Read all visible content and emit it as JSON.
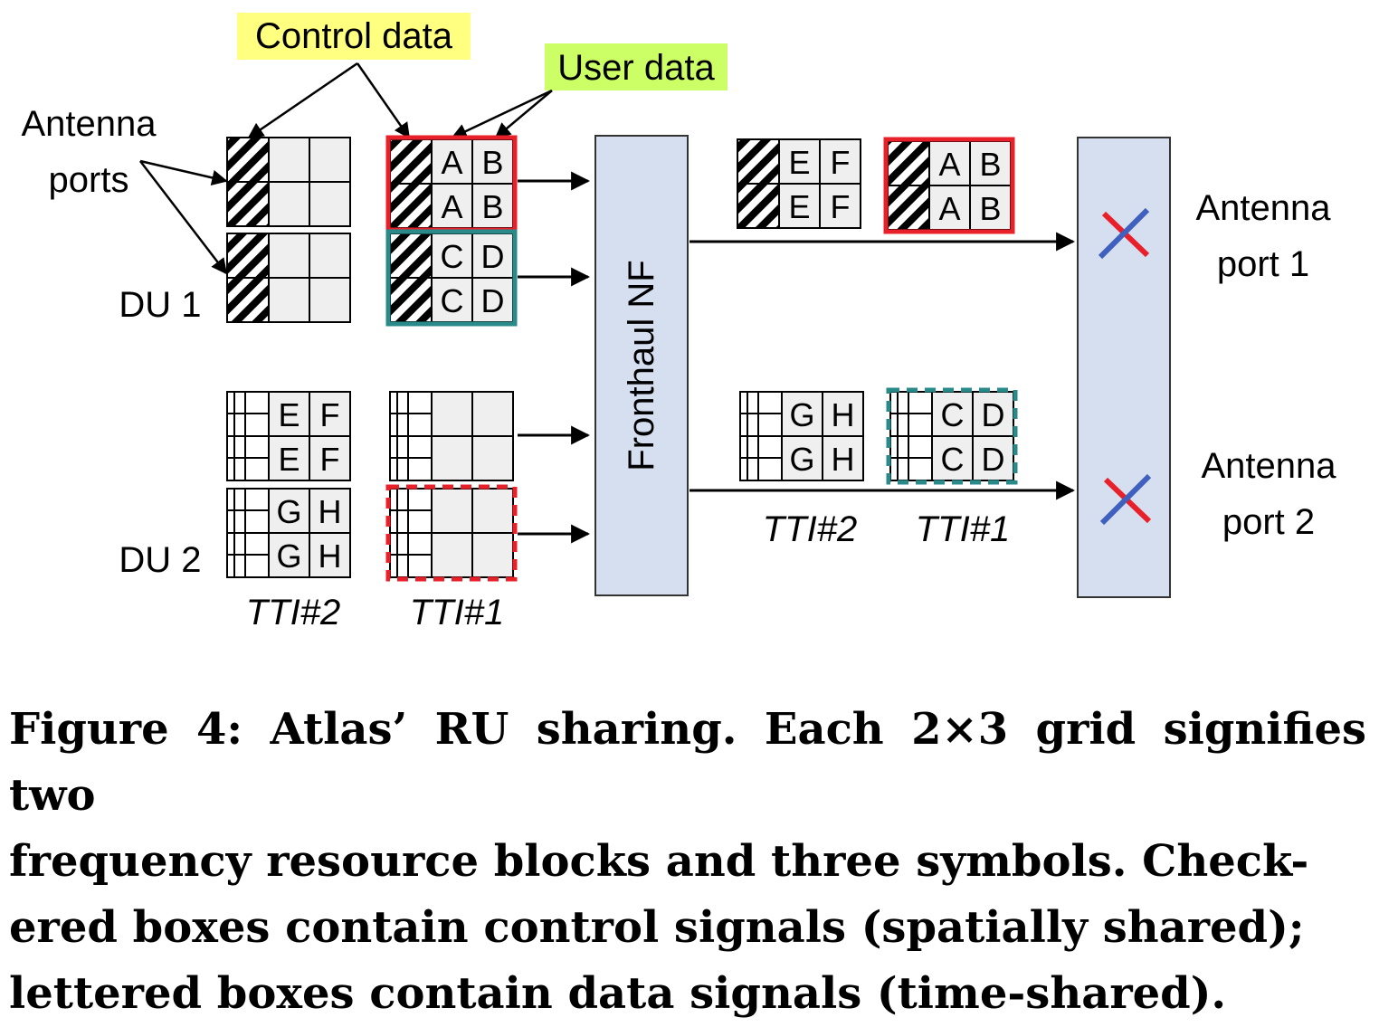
{
  "labels": {
    "control_data": "Control data",
    "user_data": "User data",
    "antenna_ports_l1": "Antenna",
    "antenna_ports_l2": "ports",
    "du1": "DU 1",
    "du2": "DU 2",
    "tti2_left": "TTI#2",
    "tti1_left": "TTI#1",
    "tti2_right": "TTI#2",
    "tti1_right": "TTI#1",
    "fronthaul_nf": "Fronthaul NF",
    "ap1_l1": "Antenna",
    "ap1_l2": "port 1",
    "ap2_l1": "Antenna",
    "ap2_l2": "port 2"
  },
  "cells": {
    "A": "A",
    "B": "B",
    "C": "C",
    "D": "D",
    "E": "E",
    "F": "F",
    "G": "G",
    "H": "H"
  },
  "colors": {
    "control_highlight": "#ffff80",
    "user_highlight": "#ccff66",
    "nf_box": "#d6dff0",
    "cell_fill": "#efefef",
    "red": "#e8202a",
    "teal": "#2a8a8a",
    "cross_blue": "#4060c0",
    "cross_red": "#e8202a"
  },
  "caption": {
    "line1": "Figure 4: Atlas’ RU sharing. Each 2×3 grid signifies two",
    "line2": "frequency resource blocks and three symbols. Check-",
    "line3": "ered boxes contain control signals (spatially shared);",
    "line4": "lettered boxes contain data signals (time-shared)."
  }
}
